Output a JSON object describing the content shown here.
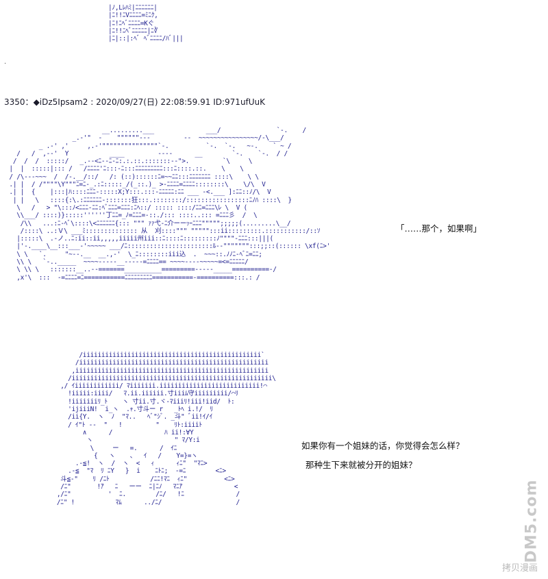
{
  "post": {
    "number": "3350",
    "separator": "：",
    "trip": "◆iDz5Ipsam2",
    "datetime": "2020/09/27(日) 22:08:59.91",
    "id": "ID:971ufUuK"
  },
  "dialogue": {
    "line1": "「……那个，如果啊」",
    "line2": "如果你有一个姐妹的话，你觉得会怎么样？",
    "line3": "那种生下来就被分开的姐妹？"
  },
  "watermark": {
    "side": "DM5.com",
    "bottom": "拷贝漫画"
  },
  "ascii_art": {
    "top": "|ﾉ,Lﾚﾊﾐ|ﾆﾆﾆﾆﾆﾆ|\n|ﾆ!!ﾆVﾆﾆﾆﾆ=ﾐﾆｸ,\n|ﾆ!ﾆﾍﾞﾆﾆﾆﾆ=Kぐ\n|ﾆ!!ﾆﾍﾞﾆﾆﾆﾆﾆ|ﾆ∛\n|ﾆ|::|:ﾍﾞ ﾍﾞﾆﾆﾆﾆ/ﾊﾞ|||",
    "middle": "                          __.........___              ___/               `-.    /\n                  _.-'\"  -    \"\"\"\"\"\"---         --  ~~~~~~~~~~~~~~~~/-\\___/\n         _ .-' ,'     ,.-'\"\"\"\"\"\"\"\"\"\"\"\"\"\"\"`-.          `-.  `-.   ~-.    ` ~ /\n   /   /  ,--'  Y           ____         ----      __        `-.    `-.  / /\n  /  /  /  :::::/   _.--<ﾆ--ﾆ-ﾆ:.:.::.:::::::--\">.         `\\     \\\n |  |  :::::|::: /   /ﾆﾆﾆﾆ'ﾆ:::-ﾆ:::ﾆﾆﾆﾆﾆﾆﾆﾆﾆ:::ﾆ::::.::.    \\    \\\n / /\\---~~~  /  /-.__/::/   /: (::)::::::ﾆ=~~ﾆﾆ:::ﾆﾆﾆﾆﾆﾆﾆ ::::\\    \\ \\\n .| |  / /\"\"\"\"\\Y\"\"\"ﾆ=ﾆ-_.:ﾆ:::::_/(_::.)_ >-ﾆﾆﾆﾆ=ﾆﾆﾆﾆ::::::::\\    \\/\\  V\n .| |  {    |:::|ﾊ::::ﾆﾆﾆ-:::::X;Y:::.:::-ﾆﾆﾆﾆﾆ:ﾆﾆ ___ -<.___ ]:ﾆﾆ::ﾉ/\\  V\n  | |   \\   ::::{:\\.:ﾆﾆﾆﾆﾆﾆ-:::::::狂:::.::::::::/:::::::::::::::::ﾆﾉﾊ ::::\\  }\n   \\   /   > \"\\:::ﾉ<ﾆﾆﾆ-ﾆﾆ:ﾍﾞﾆﾆﾆ=ﾆﾆﾆ:ﾆﾍ::/ ::::: ::::/ﾆﾆ=ﾆﾆﾆ\\ﾚ \\  V (\n   \\\\___/ ::::)}:::::''''''丁ﾆﾆ=_ﾉ=ﾆﾆﾆ=-::./::: ::::..::: =ﾆﾆﾆ彡  /  \\\n    /\\\\   ...:ﾆ-ﾍﾞ\\::::\\<ﾆﾆﾆﾆﾆﾆ{::: \"\"\" ｧｧ弋-ﾆ介ーーｯｰﾆﾆﾆ\"\"\"\"\";;;;;(.........\\__/\n    /::::\\ ..:Ｖ\\ ___ﾐ:::::::::::::: 从  刈::::\"\"\" \"\"\"\"\":::ii:::::::::.:::::::::::/::ｿ\n   |:::::\\  .-ノ..ﾆ:ii::ii,,,,,iiiii州iii::ﾆ::::ﾆ:::::::::ﾉ\"\"\"\"-ﾆﾆﾆ:::|||(\n   |'-.____\\__:::___-'~~~~~ ___/ﾆ:::::::::::::::::::::::ﾙ--\"\"\"\"\"\"\":::;;::(:::::: \\xf(ﾆ>'\n   \\ \\   `.     \"~--.__  __.,-'  \\_ﾆ::::::::iii込  .  ~~~::.ﾉﾉﾆ-ﾍﾞﾆ=ﾆﾆ;\n   \\\\ \\   `-.._____  ~~~~-----__-----=ﾆﾆﾆﾆ== ~~~~----~~~~~=<=ﾆﾆﾆﾆﾆ/\n   \\ \\\\ \\   :::::::__..--=======__________=========-----_____==========-/\n   ,x'\\  :::  -=ﾆﾆﾆﾆ=ﾆ===========ﾆﾆﾆﾆﾆﾆﾆﾆﾆ===========-==========:::.: /",
    "bottom": "        /iiiiiiiiiiiiiiiiiiiiiiiiiiiiiiiiiiiiiiiiiiiiiiii`\n       /iiiiiiiiiiiiiiiiiiiiiiiiiiiiiiiiiiiiiiiiiiiiiiiiiii\n      ,iiiiiiiiiiiiiiiiiiiiiiiiiiiiiiiiiiiiiiiiiiiiiiiiiiii\n     /iiiiiiiiiiiiiiiiiiiiiiiiiiiiiiiiiiiiiiiiiiiiiiiiiiiiii\\\n   ,/ ｲiiiiiiiiiiii/ ﾏiiiiiii.iiiiiiiiiiiiiiiiiiiiiiiiiii!⌒\n     !iiiii:iiii/   ﾏ.ii.iiiiii.寸iiiﾑ守iiiiiiiii/⌒ﾘ\n     !iiiiiiiﾘ_ﾄ    ヽ 寸ii.寸.ヾ-ﾏiiiﾘ!iii!iid/  ﾄ:\n     'ijiiiN!  i_ヽ  .ｬ.寸斗ー r   _ﾄﾍ i.!/  ﾘ\n     /ii{Y.  ヽ  ﾉ  \"ﾏ..   ﾍﾞ\"ｼﾞ. _斗\" ﾞii!ｲ/ｲ\n     / ｲ\"ﾄ --  \"   !         \"    ﾘﾄ:iiiiﾄ\n         ∧      /              ﾊ ii!:∀Y\n          ヽ                      \" ﾏ/Y:i\n           \\     ー   =.      /  ｲﾆ\n            {   ヽ    、  ｲ   /    Y=}=ヽ\n       .-≦!  ヽ  /  ヽ  <   ｨ      ｨﾆ\"  \"ﾏﾆ>\n     .-≦  \"ﾏ  ﾘ ﾆY   }  i    ﾆﾄﾆ;  -=ﾆ        <ﾆ>\n   斗≦-\"    ﾘ /ﾆﾄ           /ﾆﾆ!ﾏﾆ  ｨﾆ\"          <ﾆ>\n   /ﾆ\"       !ｱ   ﾆ   ーー  ﾆ|ﾆﾉ   ﾏﾆｱ              <\n  ,/ﾆ\"          '  ﾆ.        /ﾆ/   !ﾆ              /\n  /ﾆ\" !           ﾏﾑ      ../ﾆ/                    /"
  }
}
